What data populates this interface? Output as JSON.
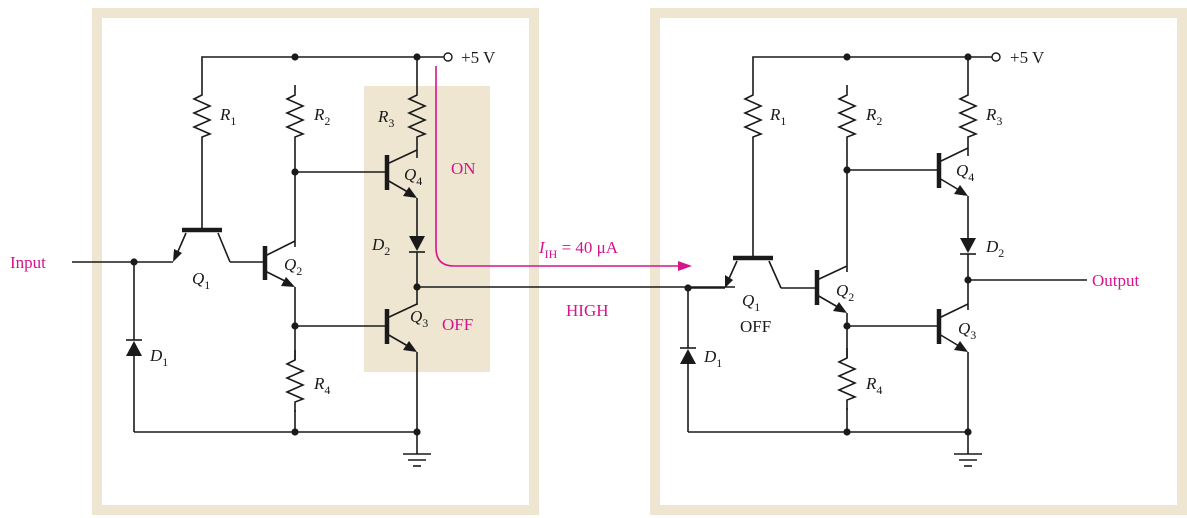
{
  "colors": {
    "panel_border": "#efe6d2",
    "highlight": "#efe6d2",
    "accent": "#d6148c",
    "wire": "#1a1a1a"
  },
  "io": {
    "input": "Input",
    "output": "Output"
  },
  "supply": {
    "label": "+5 V"
  },
  "annotations": {
    "on": "ON",
    "off": "OFF",
    "high": "HIGH",
    "q1_off": "OFF",
    "current_sym": "I",
    "current_sub": "IH",
    "current_value": " = 40 μA"
  },
  "labels": {
    "R": "R",
    "Q": "Q",
    "D": "D",
    "n1": "1",
    "n2": "2",
    "n3": "3",
    "n4": "4"
  }
}
